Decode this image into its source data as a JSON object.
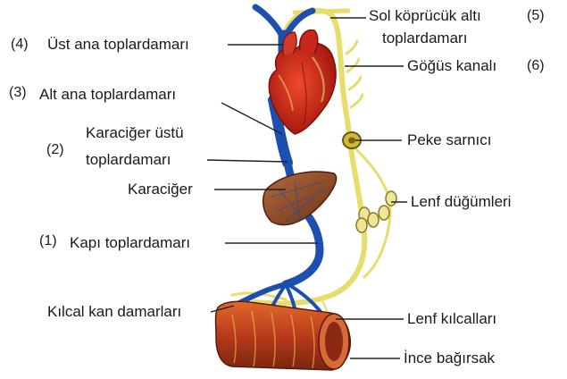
{
  "labels": {
    "left": {
      "ust_ana": "Üst ana toplardamarı",
      "alt_ana": "Alt ana toplardamarı",
      "karaciger_ustu_1": "Karaciğer üstü",
      "karaciger_ustu_2": "toplardamarı",
      "karaciger": "Karaciğer",
      "kapi": "Kapı toplardamarı",
      "kilcal": "Kılcal kan damarları"
    },
    "right": {
      "sol_kopru_1": "Sol köprücük altı",
      "sol_kopru_2": "toplardamarı",
      "gogus": "Göğüs kanalı",
      "peke": "Peke sarnıcı",
      "lenf_dugum": "Lenf düğümleri",
      "lenf_kilcal": "Lenf kılcalları",
      "ince": "İnce bağırsak"
    }
  },
  "numbers": {
    "n1": "(1)",
    "n2": "(2)",
    "n3": "(3)",
    "n4": "(4)",
    "n5": "(5)",
    "n6": "(6)"
  },
  "colors": {
    "vein": "#1d4fb0",
    "lymph": "#e9e27a",
    "heart": "#c8231c",
    "liver": "#8a4a2a",
    "intestine": "#b2401e"
  }
}
